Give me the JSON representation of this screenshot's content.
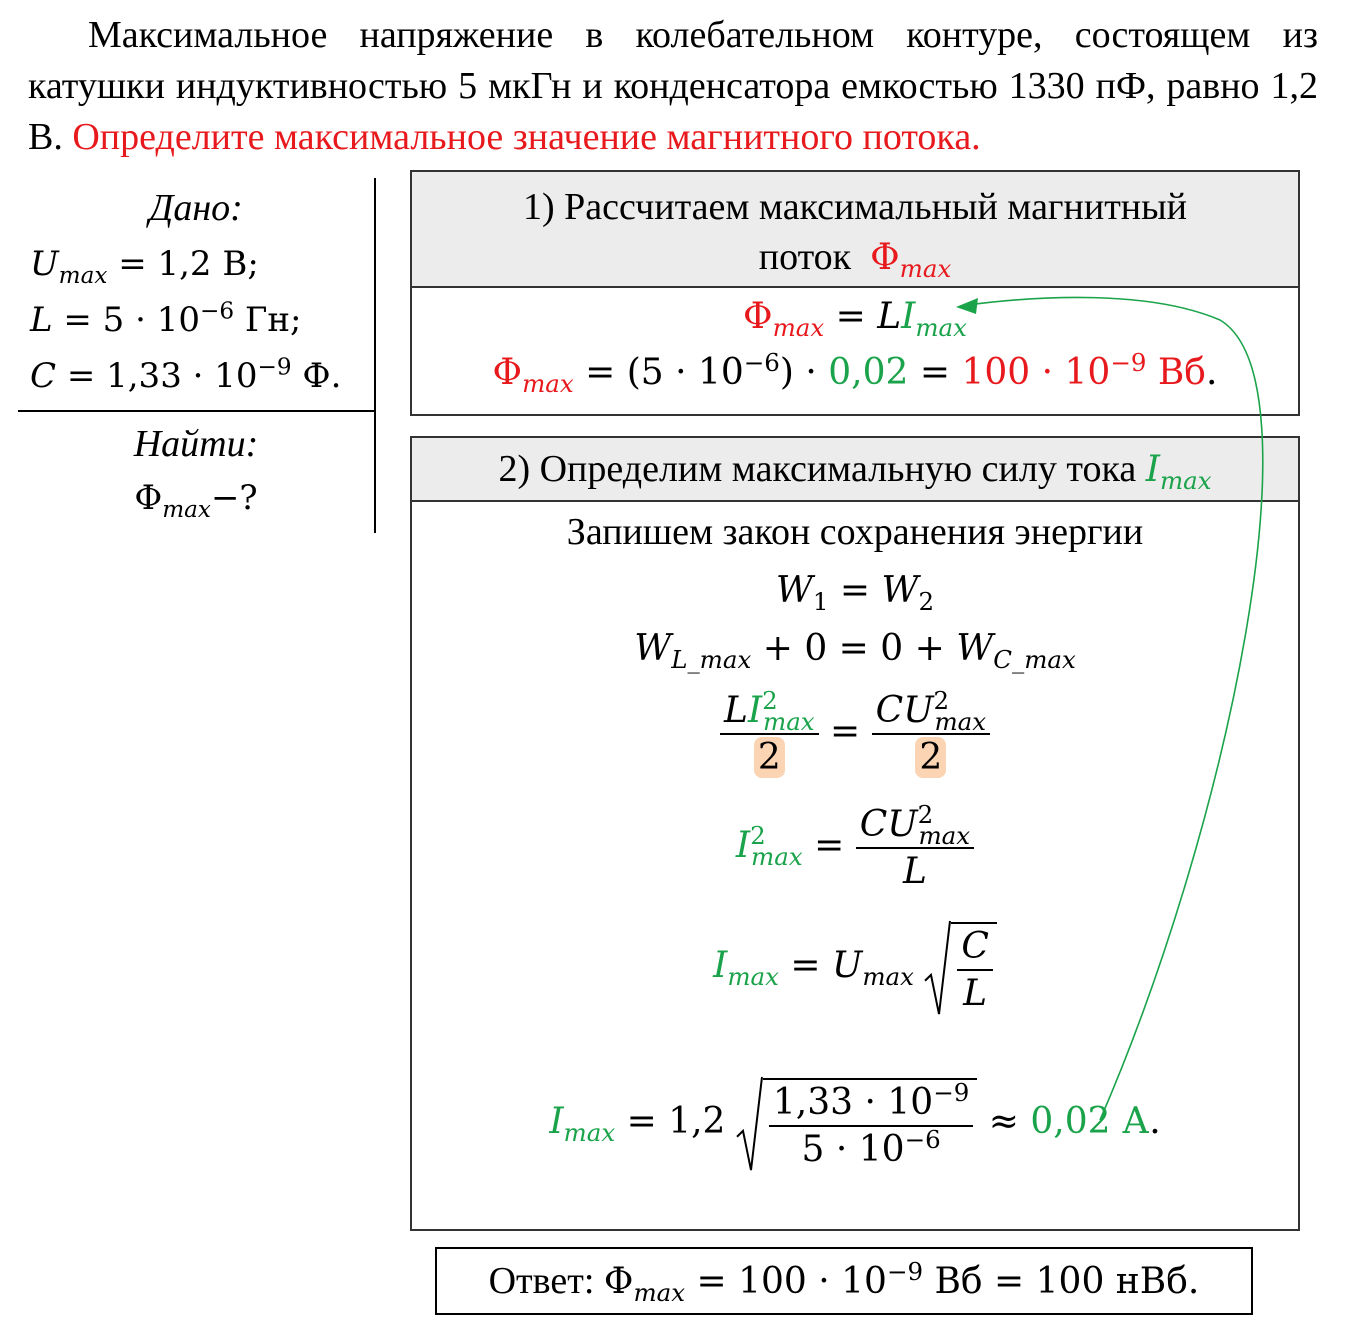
{
  "problem": {
    "text": "Максимальное напряжение в колебательном контуре, состоящем из катушки индуктивностью 5 мкГн и конденсатора емкостью 1330 пФ, равно 1,2 В.",
    "question": "Определите максимальное значение магнитного потока."
  },
  "given": {
    "title": "Дано:",
    "u_var": "U",
    "u_sub": "max",
    "u_val": " = 1,2 В;",
    "l_var": "L",
    "l_val": " = 5 · 10",
    "l_exp": "−6",
    "l_unit": " Гн;",
    "c_var": "C",
    "c_val": " = 1,33 · 10",
    "c_exp": "−9",
    "c_unit": " Ф.",
    "find_title": "Найти:",
    "find_var": "Φ",
    "find_sub": "max",
    "find_q": "−?"
  },
  "step1": {
    "heading_a": "1) Рассчитаем максимальный магнитный",
    "heading_b": "поток",
    "phi": "Φ",
    "max": "max",
    "eq1_rhs_l": " = L",
    "eq1_i": "I",
    "eq2_mid": " = (5 · 10",
    "eq2_exp": "−6",
    "eq2_close": ") · ",
    "eq2_current": "0,02",
    "eq2_eq": " = ",
    "eq2_result": "100 · 10",
    "eq2_result_exp": "−9",
    "eq2_unit": " Вб",
    "eq2_dot": "."
  },
  "step2": {
    "heading": "2) Определим максимальную силу тока",
    "i": "I",
    "max": "max",
    "law": "Запишем закон сохранения энергии",
    "w": "W",
    "w1_sub": "1",
    "w2_sub": "2",
    "eq": " = ",
    "wl_sub": "L_max",
    "wc_sub": "C_max",
    "energy_mid": " + 0 = 0 + ",
    "l": "L",
    "c": "C",
    "u": "U",
    "sq": "2",
    "two": "2",
    "final_coef": " = 1,2",
    "num_val": "1,33 · 10",
    "num_exp": "−9",
    "den_val": "5 · 10",
    "den_exp": "−6",
    "approx": " ≈ ",
    "result": "0,02 А",
    "dot": "."
  },
  "answer": {
    "label": "Ответ: ",
    "phi": "Φ",
    "max": "max",
    "val": " = 100 · 10",
    "exp": "−9",
    "rest": " Вб = 100 нВб."
  },
  "colors": {
    "highlight_red": "#e8191d",
    "highlight_green": "#1aa34a",
    "header_bg": "#ececec",
    "denominator_highlight": "#fbd4b4"
  }
}
